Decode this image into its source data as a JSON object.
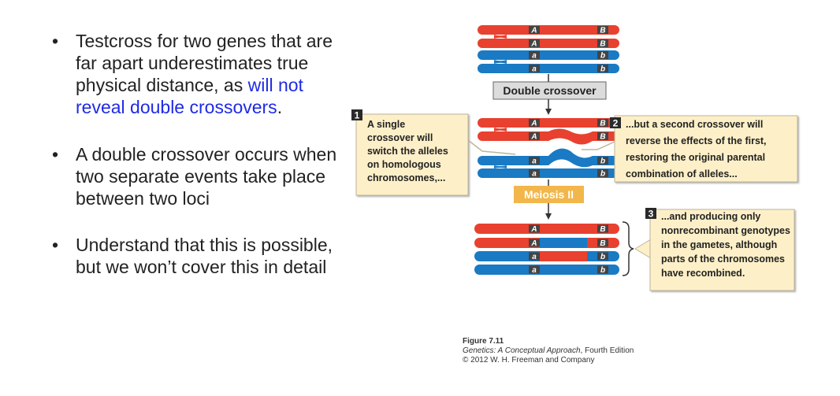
{
  "bullets": [
    {
      "text": "Testcross for two genes that are far apart underestimates true physical distance, as ",
      "highlight": "will not reveal double crossovers",
      "tail": "."
    },
    {
      "text": "A double crossover occurs when two separate events take place between two loci"
    },
    {
      "text": "Understand that this is possible, but we won’t cover this in detail"
    }
  ],
  "figure": {
    "alleles_top": [
      "A",
      "B",
      "a",
      "b"
    ],
    "double_crossover_label": "Double crossover",
    "meiosis_label": "Meiosis II",
    "note1_num": "1",
    "note1_lines": [
      "A single",
      "crossover will",
      "switch the alleles",
      "on homologous",
      "chromosomes,..."
    ],
    "note2_num": "2",
    "note2_lines": [
      "...but a second crossover will",
      "reverse the effects of the first,",
      "restoring the original parental",
      "combination of alleles..."
    ],
    "note3_num": "3",
    "note3_lines": [
      "...and producing only",
      "nonrecombinant genotypes",
      "in the gametes, although",
      "parts of the chromosomes",
      "have recombined."
    ],
    "colors": {
      "red": "#e8412f",
      "blue": "#1a7ac4",
      "note_bg": "#fdf0c8",
      "note_border": "#bdb59a",
      "label_gray": "#dcdcdc",
      "meiosis_orange": "#f2b64a"
    }
  },
  "caption": {
    "figure": "Figure 7.11",
    "book": "Genetics: A Conceptual Approach",
    "edition": ", Fourth Edition",
    "copyright": "© 2012 W. H. Freeman and Company"
  }
}
